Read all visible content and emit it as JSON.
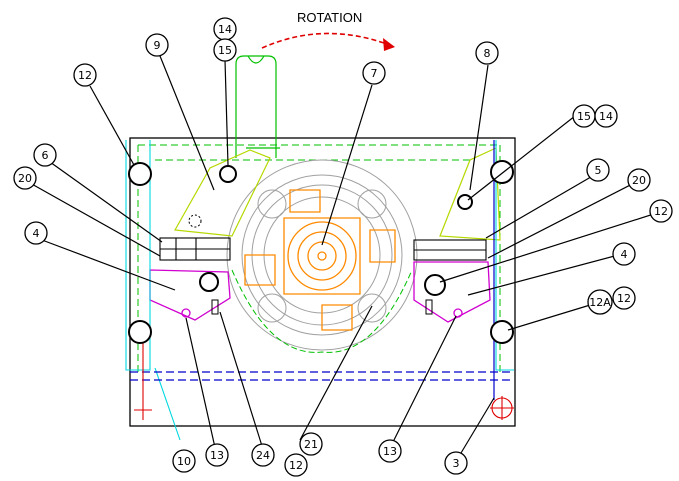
{
  "rotation_label": "ROTATION",
  "colors": {
    "outline": "#000000",
    "green": "#00c000",
    "yellowgreen": "#b5d800",
    "cyan": "#00d8e0",
    "magenta": "#d000d0",
    "orange": "#ff8a00",
    "blue": "#0000cc",
    "red": "#e00000",
    "gray": "#a0a0a0"
  },
  "callouts": {
    "c14_top": "14",
    "c15_top": "15",
    "c9": "9",
    "c12_topleft": "12",
    "c7": "7",
    "c8": "8",
    "c15_right": "15",
    "c14_right": "14",
    "c6": "6",
    "c20_left": "20",
    "c4_left": "4",
    "c5": "5",
    "c20_right": "20",
    "c12_right": "12",
    "c4_right": "4",
    "c12a": "12A",
    "c12_right2": "12",
    "c10": "10",
    "c13_left": "13",
    "c24": "24",
    "c21": "21",
    "c12_bottom": "12",
    "c13_right": "13",
    "c3": "3"
  }
}
